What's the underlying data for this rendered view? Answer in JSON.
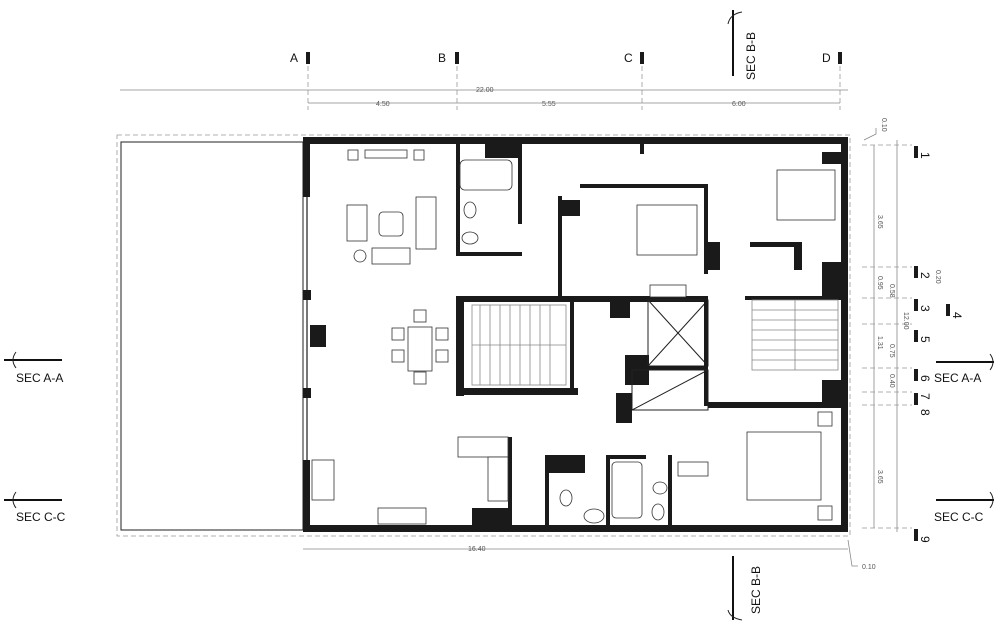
{
  "grid_columns": [
    "A",
    "B",
    "C",
    "D"
  ],
  "grid_rows": [
    "1",
    "2",
    "3",
    "4",
    "5",
    "6",
    "7",
    "8",
    "9"
  ],
  "dimensions": {
    "top_total": "22.00",
    "top_spans": [
      "4.50",
      "5.55",
      "6.00"
    ],
    "right_total": "12.00",
    "right_spans": [
      "3.65",
      "0.95",
      "0.20",
      "0.58",
      "1.31",
      "0.75",
      "0.40",
      "3.65"
    ],
    "offset_top": "0.10",
    "bottom_total": "16.40",
    "offset_bottom": "0.10"
  },
  "sections": {
    "aa_left": "SEC A-A",
    "aa_right": "SEC A-A",
    "cc_left": "SEC C-C",
    "cc_right": "SEC C-C",
    "bb_top": "SEC B-B",
    "bb_bottom": "SEC B-B"
  }
}
